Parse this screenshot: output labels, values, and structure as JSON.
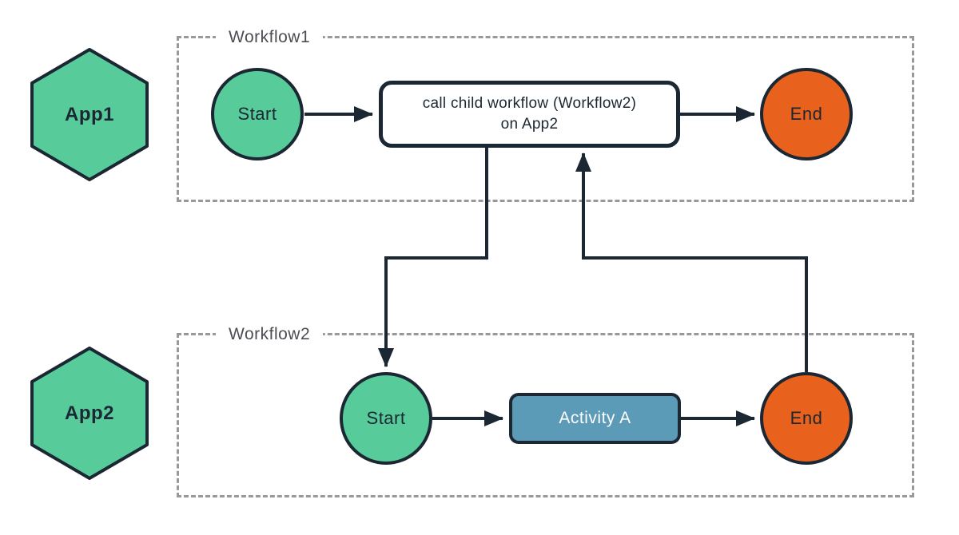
{
  "apps": [
    {
      "label": "App1"
    },
    {
      "label": "App2"
    }
  ],
  "workflows": [
    {
      "title": "Workflow1",
      "nodes": {
        "start": "Start",
        "end": "End"
      },
      "call_box": {
        "line1": "call child workflow (Workflow2)",
        "line2": "on App2"
      }
    },
    {
      "title": "Workflow2",
      "nodes": {
        "start": "Start",
        "end": "End"
      },
      "activity": "Activity A"
    }
  ],
  "colors": {
    "app_hexagon_fill": "#57cb99",
    "start_node_fill": "#57cb99",
    "end_node_fill": "#e8611d",
    "activity_fill": "#5c9bb7",
    "call_box_fill": "#ffffff",
    "shape_stroke": "#1b2733",
    "connector_stroke": "#1b2733",
    "dashed_border": "#999999",
    "workflow_label_text": "#4d4d54",
    "activity_text": "#ffffff"
  }
}
